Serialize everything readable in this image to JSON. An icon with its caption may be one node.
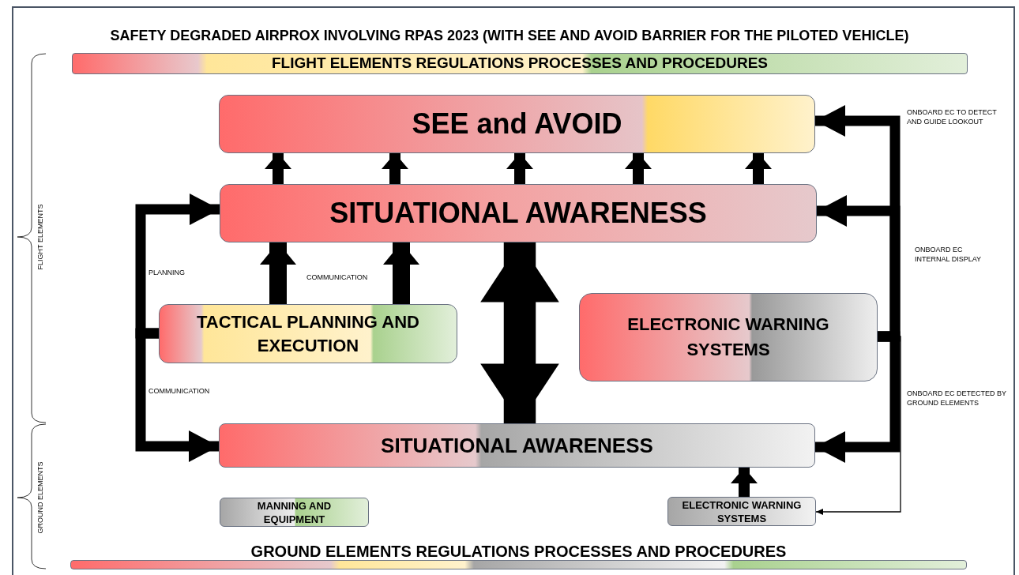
{
  "diagram": {
    "title": "SAFETY DEGRADED AIRPROX INVOLVING RPAS 2023 (WITH SEE AND AVOID BARRIER FOR THE PILOTED VEHICLE)",
    "nodes": [
      {
        "text": [
          "FLIGHT ELEMENTS REGULATIONS PROCESSES AND PROCEDURES"
        ]
      },
      {
        "text": [
          "SEE and AVOID"
        ]
      },
      {
        "text": [
          "SITUATIONAL AWARENESS"
        ]
      },
      {
        "text": [
          "TACTICAL PLANNING AND EXECUTION"
        ]
      },
      {
        "text": [
          "ELECTRONIC WARNING SYSTEMS"
        ]
      },
      {
        "text": [
          "SITUATIONAL AWARENESS"
        ]
      },
      {
        "text": [
          "MANNING AND EQUIPMENT"
        ]
      },
      {
        "text": [
          "ELECTRONIC WARNING SYSTEMS"
        ]
      },
      {
        "text": [
          "GROUND ELEMENTS REGULATIONS PROCESSES AND PROCEDURES"
        ]
      }
    ],
    "edges": [
      {
        "from": 2,
        "to": 1,
        "arrow": "to"
      },
      {
        "from": 2,
        "to": 1,
        "arrow": "to"
      },
      {
        "from": 2,
        "to": 1,
        "arrow": "to"
      },
      {
        "from": 2,
        "to": 1,
        "arrow": "to"
      },
      {
        "from": 2,
        "to": 1,
        "arrow": "to"
      },
      {
        "from": 3,
        "to": 2,
        "arrow": "to"
      },
      {
        "from": 3,
        "to": 2,
        "arrow": "to"
      },
      {
        "from": 3,
        "to": 2,
        "arrow": "to",
        "label": "PLANNING"
      },
      {
        "from": 3,
        "to": 5,
        "arrow": "to",
        "label": "COMMUNICATION"
      },
      {
        "from": 2,
        "to": 5,
        "arrow": "both",
        "style": "thick"
      },
      {
        "from": 4,
        "to": 1,
        "arrow": "to",
        "label": "ONBOARD EC TO DETECT AND GUIDE LOOKOUT"
      },
      {
        "from": 4,
        "to": 2,
        "arrow": "to",
        "label": "ONBOARD EC INTERNAL DISPLAY"
      },
      {
        "from": 4,
        "to": 5,
        "arrow": "to",
        "label": "ONBOARD EC DETECTED BY GROUND ELEMENTS"
      },
      {
        "from": 4,
        "to": 7,
        "arrow": "to"
      },
      {
        "from": 7,
        "to": 5,
        "arrow": "to"
      }
    ],
    "labels": [
      "FLIGHT ELEMENTS",
      "GROUND ELEMENTS",
      "COMMUNICATION"
    ]
  }
}
